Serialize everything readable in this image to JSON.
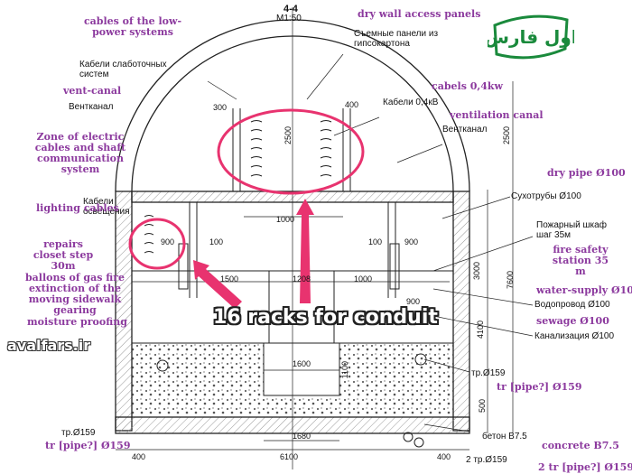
{
  "section": {
    "title": "4-4",
    "scale": "M1:50"
  },
  "labels_ru": {
    "cables_low_power": "Кабели слаботочных систем",
    "vent_canal_left": "Вентканал",
    "removable_panels": "Съемные панели из гипсокартона",
    "cables_04kv": "Кабели 0,4кВ",
    "vent_canal_right": "Вентканал",
    "lighting_cables": "Кабели освещения",
    "dry_pipes": "Сухотрубы Ø100",
    "fire_cabinet": "Пожарный шкаф шаг 35м",
    "water_pipe": "Водопровод Ø100",
    "sewage": "Канализация Ø100",
    "pipe_right": "тр.Ø159",
    "pipe_left": "тр.Ø159",
    "concrete": "бетон В7.5",
    "pipe_bottom": "2 тр.Ø159"
  },
  "labels_en": {
    "cables_low_power": "cables of the low-power systems",
    "dry_wall": "dry wall access panels",
    "cables_04kw": "cabels 0,4kw",
    "vent_canal": "vent-canal",
    "ventilation_canal": "ventilation canal",
    "zone_electric": "Zone of electric cables and shaft communication system",
    "dry_pipe": "dry pipe Ø100",
    "lighting_cables": "lighting cables",
    "repairs_closet": "repairs closet step 30m",
    "fire_safety": "fire safety station 35 m",
    "ballons": "ballons of gas fire extinction of the moving sidewalk gearing",
    "water_supply": "water-supply Ø100",
    "moisture": "moisture proofing",
    "sewage": "sewage Ø100",
    "tr_pipe_right": "tr [pipe?] Ø159",
    "tr_pipe_left": "tr [pipe?] Ø159",
    "concrete": "concrete B7.5",
    "tr_pipe_bottom": "2 tr [pipe?] Ø159"
  },
  "dimensions": {
    "d300": "300",
    "d400": "400",
    "d2500a": "2500",
    "d2500b": "2500",
    "d1000": "1000",
    "d900l": "900",
    "d100l": "100",
    "d100r": "100",
    "d900r": "900",
    "d1500": "1500",
    "d1208": "1208",
    "d1000b": "1000",
    "d3000": "3000",
    "d900b": "900",
    "d4100": "4100",
    "d7600": "7600",
    "d1600": "1600",
    "d1100": "1100",
    "d500": "500",
    "d1680": "1680",
    "d400l": "400",
    "d6100": "6100",
    "d400r": "400"
  },
  "callout": "16 racks for conduit",
  "watermark": "avalfars.ir",
  "logo_text": "اول فارس",
  "colors": {
    "annotation": "#8c3a9e",
    "highlight": "#e8336f",
    "logo": "#1a8a3c",
    "line": "#222222"
  }
}
